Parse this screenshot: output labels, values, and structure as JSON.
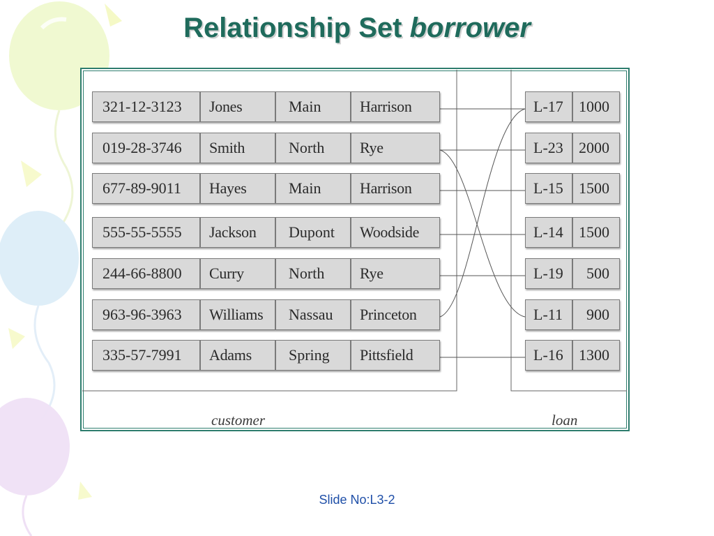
{
  "title": {
    "main": "Relationship Set",
    "emphasis": "borrower"
  },
  "customer": {
    "label": "customer",
    "rows": [
      [
        "321-12-3123",
        "Jones",
        "Main",
        "Harrison"
      ],
      [
        "019-28-3746",
        "Smith",
        "North",
        "Rye"
      ],
      [
        "677-89-9011",
        "Hayes",
        "Main",
        "Harrison"
      ],
      [
        "555-55-5555",
        "Jackson",
        "Dupont",
        "Woodside"
      ],
      [
        "244-66-8800",
        "Curry",
        "North",
        "Rye"
      ],
      [
        "963-96-3963",
        "Williams",
        "Nassau",
        "Princeton"
      ],
      [
        "335-57-7991",
        "Adams",
        "Spring",
        "Pittsfield"
      ]
    ]
  },
  "loan": {
    "label": "loan",
    "rows": [
      [
        "L-17",
        "1000"
      ],
      [
        "L-23",
        "2000"
      ],
      [
        "L-15",
        "1500"
      ],
      [
        "L-14",
        "1500"
      ],
      [
        "L-19",
        "500"
      ],
      [
        "L-11",
        "900"
      ],
      [
        "L-16",
        "1300"
      ]
    ]
  },
  "borrower_links": [
    {
      "customer": "321-12-3123",
      "loan": "L-17"
    },
    {
      "customer": "019-28-3746",
      "loan": "L-23"
    },
    {
      "customer": "019-28-3746",
      "loan": "L-11"
    },
    {
      "customer": "677-89-9011",
      "loan": "L-15"
    },
    {
      "customer": "555-55-5555",
      "loan": "L-14"
    },
    {
      "customer": "244-66-8800",
      "loan": "L-19"
    },
    {
      "customer": "963-96-3963",
      "loan": "L-17"
    },
    {
      "customer": "335-57-7991",
      "loan": "L-16"
    }
  ],
  "footer": "Slide No:L3-2",
  "colors": {
    "title": "#1f6b5c",
    "frame": "#2e7d6e",
    "cell_fill": "#d9d9d9",
    "cell_border": "#7a7a7a",
    "footer": "#1f4fa8"
  }
}
